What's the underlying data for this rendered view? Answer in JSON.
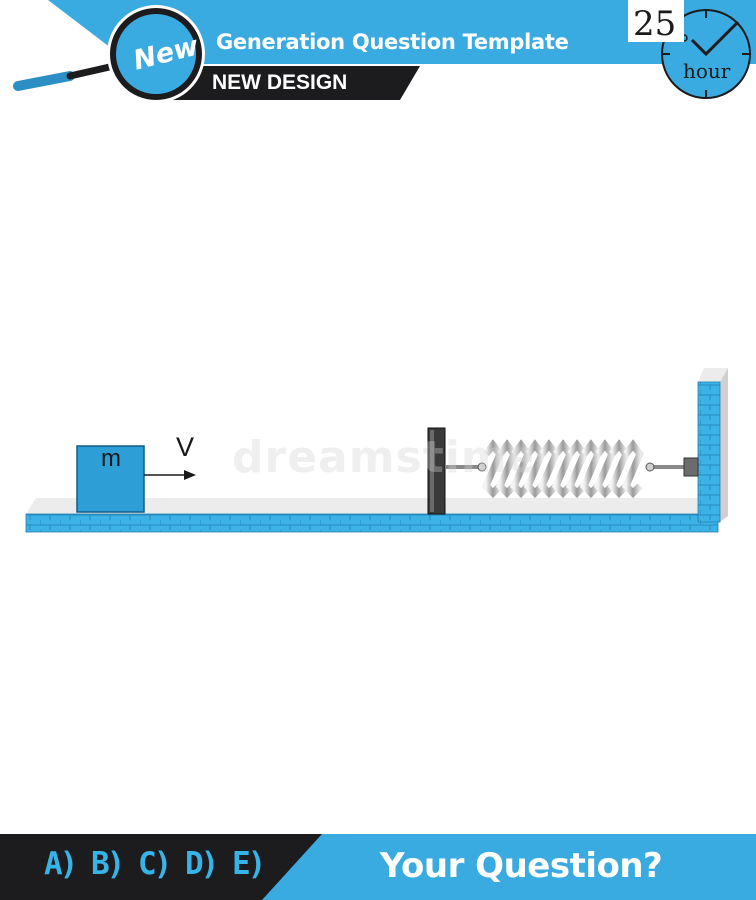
{
  "header": {
    "title": "Generation Question Template",
    "subtitle": "NEW DESIGN",
    "badge": "New",
    "timer": {
      "number": "25",
      "unit": "hour"
    }
  },
  "diagram": {
    "mass_label": "m",
    "velocity_label": "V",
    "watermark": "dreamstime"
  },
  "footer": {
    "answer_options": "A) B) C) D) E)",
    "question_prompt": "Your Question?"
  },
  "colors": {
    "accent": "#3aabe0",
    "dark": "#1c1c1e",
    "block": "#2e9fd6",
    "tile": "#3db2e6"
  }
}
